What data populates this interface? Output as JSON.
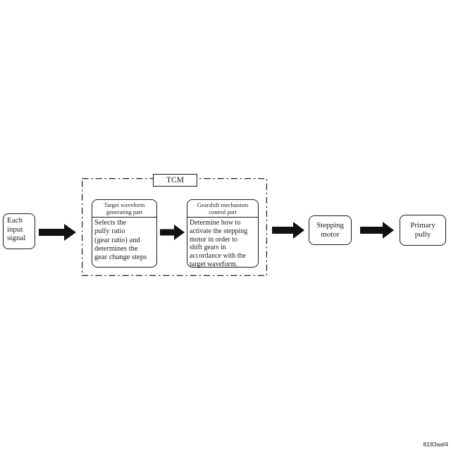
{
  "flow": {
    "input_signal": {
      "lines": [
        "Each",
        "input",
        "signal"
      ]
    },
    "tcm": {
      "label": "TCM"
    },
    "target_waveform": {
      "header": [
        "Target waveform",
        "generating part"
      ],
      "body": [
        "Selects the",
        "pully ratio",
        "(gear ratio) and",
        "determines the",
        "gear change steps"
      ]
    },
    "gearshift": {
      "header": [
        "Gearshift mechanism",
        "control part"
      ],
      "body": [
        "Determine how to",
        "activate the stepping",
        "motor in order to",
        "shift gears in",
        "accordance with the",
        "target waveform."
      ]
    },
    "stepping_motor": {
      "lines": [
        "Stepping",
        "motor"
      ]
    },
    "primary_pully": {
      "lines": [
        "Primary",
        "pully"
      ]
    }
  },
  "figure_id": "8183aaf4",
  "colors": {
    "background": "#ffffff",
    "stroke": "#1a1a1a",
    "arrow_fill": "#111111"
  }
}
